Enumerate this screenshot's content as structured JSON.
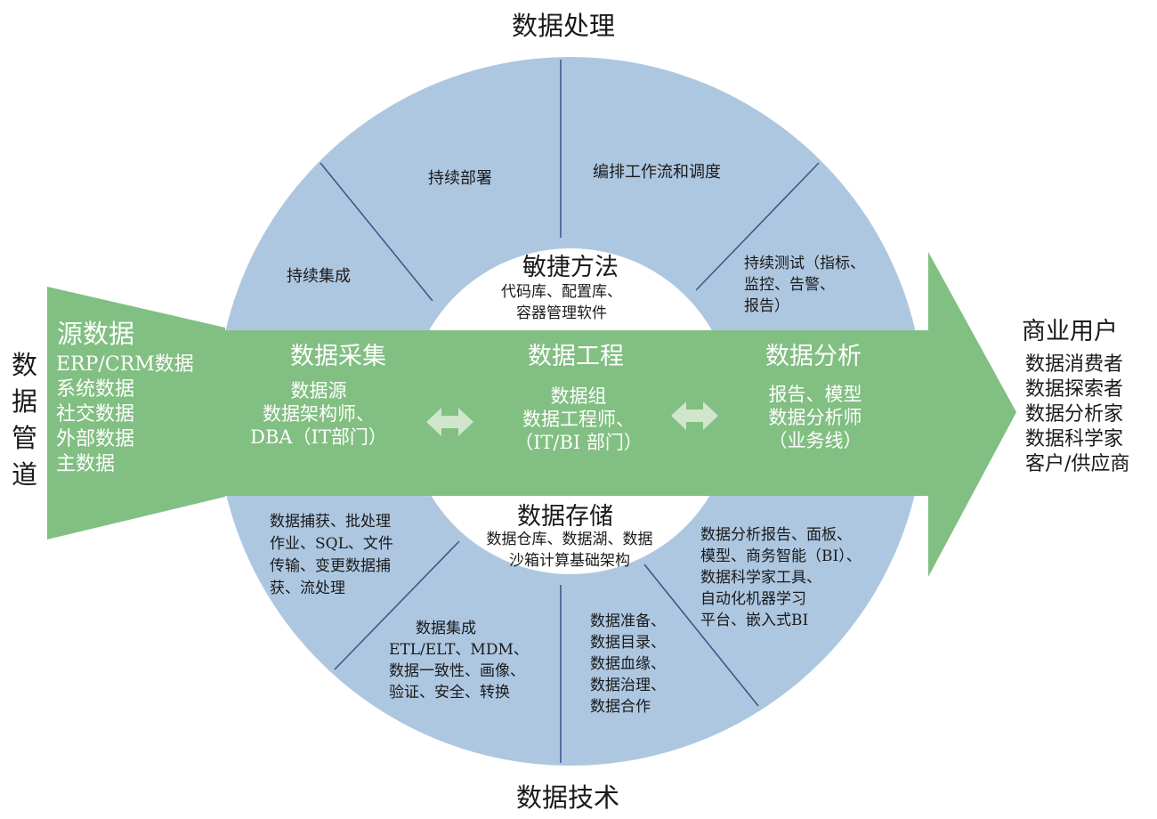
{
  "top_title": "数据处理",
  "bottom_title": "数据技术",
  "pipeline_label": [
    "数",
    "据",
    "管",
    "道"
  ],
  "source": {
    "title": "源数据",
    "items": [
      "ERP/CRM数据",
      "系统数据",
      "社交数据",
      "外部数据",
      "主数据"
    ]
  },
  "users": {
    "title": "商业用户",
    "items": [
      "数据消费者",
      "数据探索者",
      "数据分析家",
      "数据科学家",
      "客户/供应商"
    ]
  },
  "agile": {
    "title": "敏捷方法",
    "lines": [
      "代码库、配置库、",
      "容器管理软件"
    ]
  },
  "storage": {
    "title": "数据存储",
    "lines": [
      "数据仓库、数据湖、数据",
      "沙箱计算基础架构"
    ]
  },
  "top_segments": {
    "ci": "持续集成",
    "cd": "持续部署",
    "orch": "编排工作流和调度",
    "test": [
      "持续测试（指标、",
      "监控、告警、",
      "报告）"
    ]
  },
  "bottom_segments": {
    "capture": [
      "数据捕获、批处理",
      "作业、SQL、文件",
      "传输、变更数据捕",
      "获、流处理"
    ],
    "integration": [
      "数据集成",
      "ETL/ELT、MDM、",
      "数据一致性、画像、",
      "验证、安全、转换"
    ],
    "governance": [
      "数据准备、",
      "数据目录、",
      "数据血缘、",
      "数据治理、",
      "数据合作"
    ],
    "analytics_tools": [
      "数据分析报告、面板、",
      "模型、商务智能（BI）、",
      "数据科学家工具、",
      "自动化机器学习",
      "平台、嵌入式BI"
    ]
  },
  "band": {
    "collect": {
      "title": "数据采集",
      "lines": [
        "数据源",
        "数据架构师、",
        "DBA（IT部门）"
      ]
    },
    "engineer": {
      "title": "数据工程",
      "lines": [
        "数据组",
        "数据工程师、",
        "（IT/BI 部门）"
      ]
    },
    "analyze": {
      "title": "数据分析",
      "lines": [
        "报告、模型",
        "数据分析师",
        "（业务线）"
      ]
    }
  },
  "colors": {
    "ring": "#aec7e1",
    "ring_line": "#3a5a8c",
    "arrow": "#82bf82",
    "double_arrow": "#cfe6cc",
    "text_on_green": "#ffffff",
    "text": "#1a1a1a"
  }
}
